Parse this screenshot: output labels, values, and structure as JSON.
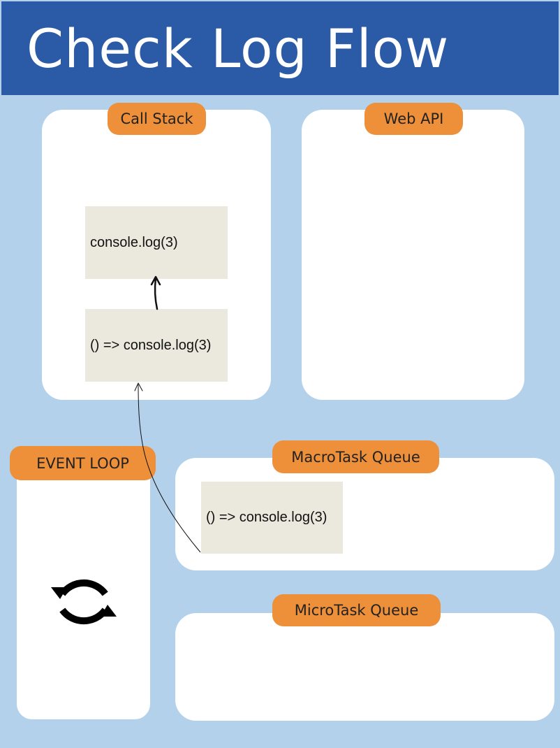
{
  "title": "Check Log Flow",
  "panels": {
    "call_stack": {
      "label": "Call Stack",
      "cards": [
        "console.log(3)",
        "() => console.log(3)"
      ]
    },
    "web_api": {
      "label": "Web API"
    },
    "event_loop": {
      "label": "EVENT LOOP",
      "icon": "refresh-cycle-icon"
    },
    "macrotask_queue": {
      "label": "MacroTask Queue",
      "cards": [
        "() => console.log(3)"
      ]
    },
    "microtask_queue": {
      "label": "MicroTask Queue"
    }
  },
  "colors": {
    "background": "#b3d1eb",
    "header": "#2b5aa6",
    "label_pill": "#ee8f3a",
    "card": "#ebe9de"
  }
}
